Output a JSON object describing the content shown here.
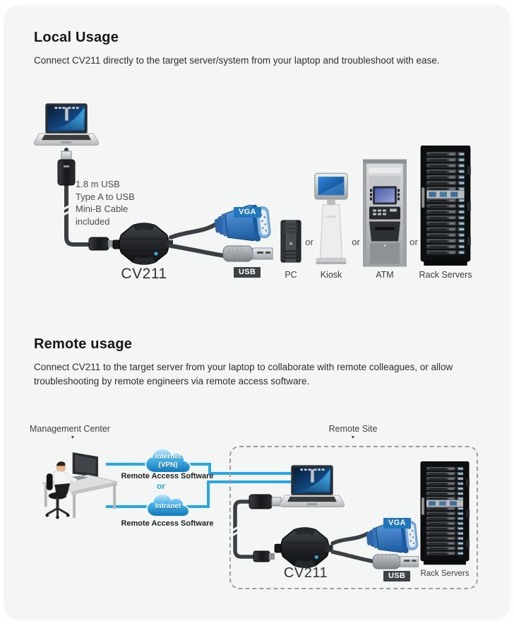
{
  "local": {
    "title": "Local Usage",
    "description": "Connect CV211 directly to the target server/system from your laptop and troubleshoot with ease.",
    "cable_note": "1.8 m USB\nType A to USB\nMini-B Cable\nincluded",
    "device_label": "CV211",
    "vga_badge": "VGA",
    "usb_badge": "USB",
    "or_label": "or",
    "targets": [
      {
        "label": "PC"
      },
      {
        "label": "Kiosk"
      },
      {
        "label": "ATM"
      },
      {
        "label": "Rack Servers"
      }
    ]
  },
  "remote": {
    "title": "Remote usage",
    "description": "Connect CV211 to the target server from your laptop to collaborate with remote colleagues, or allow troubleshooting by remote engineers via remote access software.",
    "management_center_label": "Management Center",
    "remote_site_label": "Remote Site",
    "internet_cloud_label": "Internet\n(VPN)",
    "intranet_cloud_label": "Intranet",
    "remote_access_label_1": "Remote Access Software",
    "remote_access_label_2": "Remote Access Software",
    "or_label": "or",
    "device_label": "CV211",
    "vga_badge": "VGA",
    "usb_badge": "USB",
    "rack_label": "Rack Servers"
  },
  "colors": {
    "card_bg": "#f4f5f5",
    "accent_blue": "#2aa7e0",
    "vga_badge_bg": "#2276bd",
    "usb_badge_bg": "#3f4245",
    "cloud_blue": "#2196d6"
  }
}
